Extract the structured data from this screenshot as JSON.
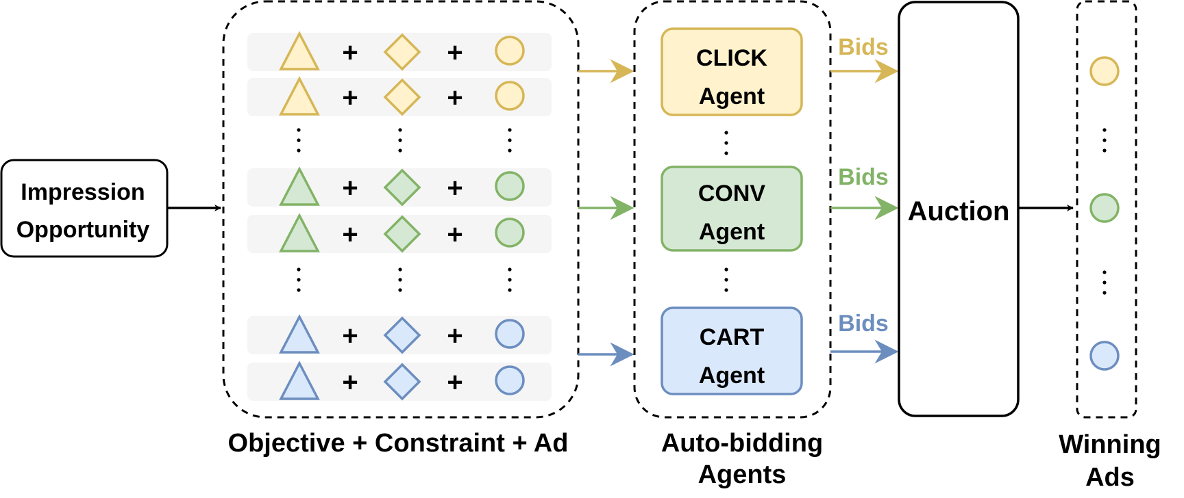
{
  "impression": {
    "line1": "Impression",
    "line2": "Opportunity"
  },
  "plus_sign": "+",
  "groups": [
    {
      "name": "click",
      "color": "#d6b656",
      "fill": "#fff2cc",
      "rows": 2
    },
    {
      "name": "conv",
      "color": "#82b366",
      "fill": "#d5e8d4",
      "rows": 2
    },
    {
      "name": "cart",
      "color": "#6c8ebf",
      "fill": "#dae8fc",
      "rows": 2
    }
  ],
  "objective_label": "Objective + Constraint + Ad",
  "agents": [
    {
      "line1": "CLICK",
      "line2": "Agent",
      "color": "#d6b656",
      "fill": "#fff2cc"
    },
    {
      "line1": "CONV",
      "line2": "Agent",
      "color": "#82b366",
      "fill": "#d5e8d4"
    },
    {
      "line1": "CART",
      "line2": "Agent",
      "color": "#6c8ebf",
      "fill": "#dae8fc"
    }
  ],
  "agents_label": {
    "line1": "Auto-bidding",
    "line2": "Agents"
  },
  "bids_label": "Bids",
  "auction_label": "Auction",
  "winning_label": {
    "line1": "Winning",
    "line2": "Ads"
  },
  "row_background": "#f5f5f5",
  "arrow_color": "#000000"
}
